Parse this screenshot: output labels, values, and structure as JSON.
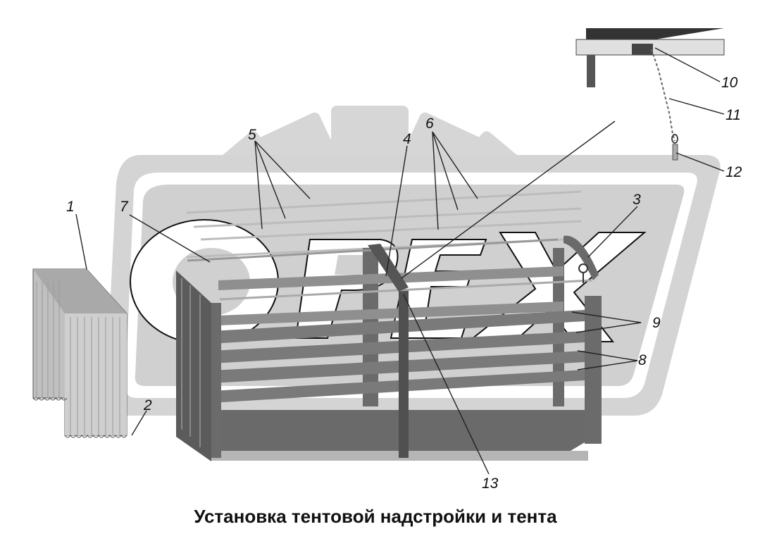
{
  "caption": "Установка тентовой надстройки и тента",
  "watermark_text": "OREX",
  "callouts": [
    "1",
    "2",
    "3",
    "4",
    "5",
    "6",
    "7",
    "8",
    "9",
    "10",
    "11",
    "12",
    "13"
  ],
  "colors": {
    "watermark_fill": "#d4d4d4",
    "frame_dark": "#5e5e5e",
    "frame_mid": "#8a8a8a",
    "frame_light": "#b5b5b5",
    "tarp": "#bdbdbd",
    "leader": "#222222"
  }
}
